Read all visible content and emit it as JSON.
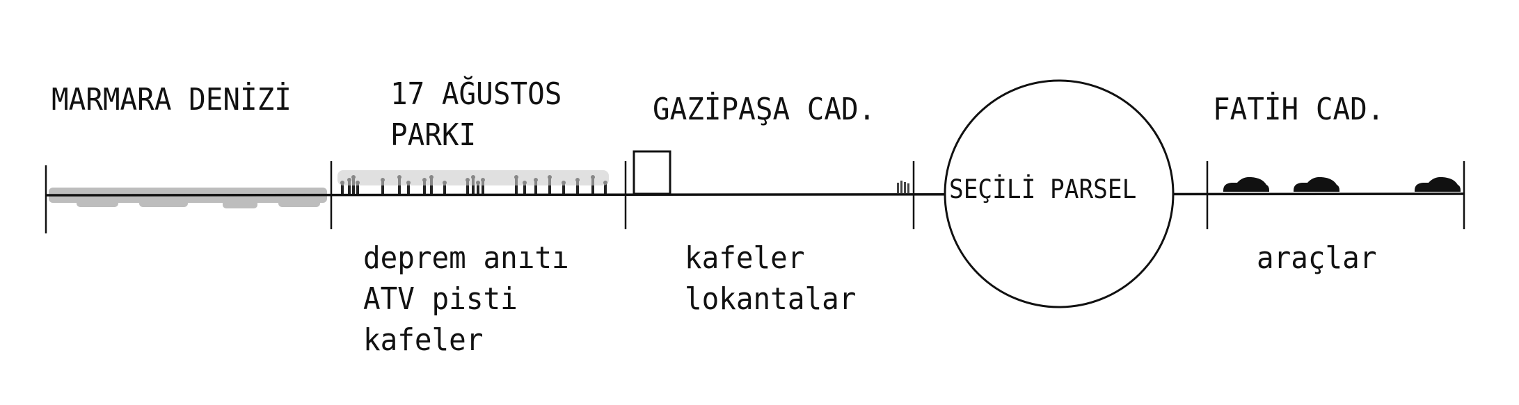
{
  "zones": [
    {
      "title": [
        "MARMARA DENİZİ"
      ],
      "features": []
    },
    {
      "title": [
        "17 AĞUSTOS",
        "PARKI"
      ],
      "features": [
        "deprem anıtı",
        "ATV pisti",
        "kafeler"
      ]
    },
    {
      "title": [
        "GAZİPAŞA CAD."
      ],
      "features": [
        "kafeler",
        "lokantalar"
      ]
    },
    {
      "title": [
        "SEÇİLİ PARSEL"
      ],
      "features": []
    },
    {
      "title": [
        "FATİH CAD."
      ],
      "features": [
        "araçlar"
      ]
    }
  ],
  "colors": {
    "line": "#111111",
    "sea": "#8a8a8a",
    "background": "#ffffff"
  }
}
